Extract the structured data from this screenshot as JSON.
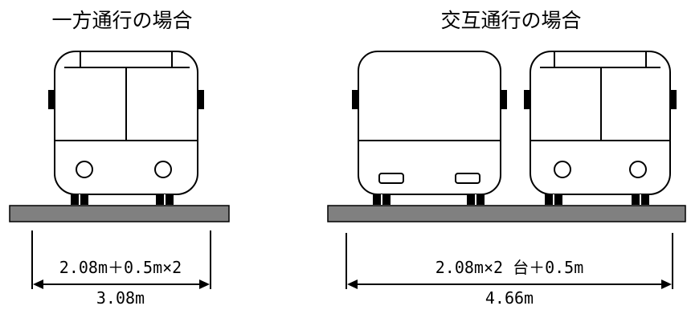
{
  "one_way": {
    "title": "一方通行の場合",
    "formula": "2.08m＋0.5m×2",
    "total": "3.08m"
  },
  "two_way": {
    "title": "交互通行の場合",
    "formula": "2.08m×2 台＋0.5m",
    "total": "4.66m"
  },
  "colors": {
    "road": "#808080",
    "line": "#000000",
    "bus_fill": "#ffffff"
  }
}
